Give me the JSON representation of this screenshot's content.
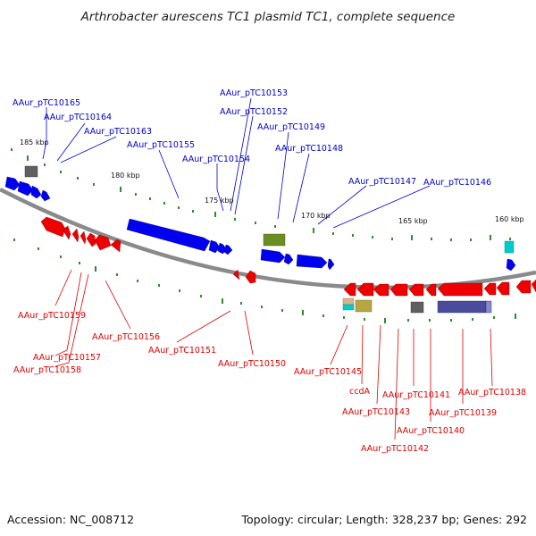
{
  "title": "Arthrobacter aurescens TC1 plasmid TC1, complete sequence",
  "footer": {
    "accession": "Accession: NC_008712",
    "summary": "Topology: circular; Length: 328,237 bp; Genes: 292"
  },
  "colors": {
    "forward": "#0000ee",
    "reverse": "#ee0000",
    "backbone": "#8a8a8a",
    "tick": "#2e8b2e",
    "forward_label": "#0000cc",
    "reverse_label": "#dd0000"
  },
  "scale_labels": [
    "185 kbp",
    "180 kbp",
    "175 kbp",
    "170 kbp",
    "165 kbp",
    "160 kbp"
  ],
  "forward_genes": [
    "AAur_pTC10165",
    "AAur_pTC10164",
    "AAur_pTC10163",
    "AAur_pTC10155",
    "AAur_pTC10154",
    "AAur_pTC10153",
    "AAur_pTC10152",
    "AAur_pTC10149",
    "AAur_pTC10148",
    "AAur_pTC10147",
    "AAur_pTC10146"
  ],
  "reverse_genes": [
    "AAur_pTC10159",
    "AAur_pTC10157",
    "AAur_pTC10158",
    "AAur_pTC10156",
    "AAur_pTC10151",
    "AAur_pTC10150",
    "AAur_pTC10145",
    "ccdA",
    "AAur_pTC10143",
    "AAur_pTC10142",
    "AAur_pTC10141",
    "AAur_pTC10140",
    "AAur_pTC10139",
    "AAur_pTC10138"
  ]
}
